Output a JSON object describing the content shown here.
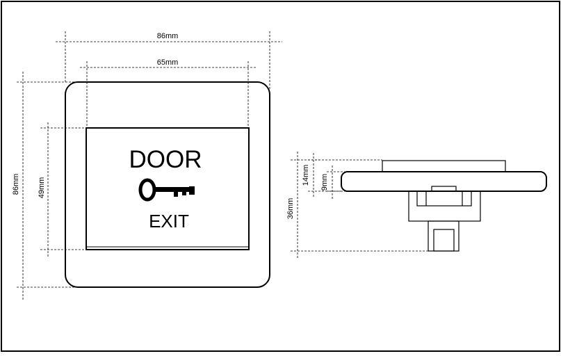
{
  "front_view": {
    "dimensions": {
      "overall_width": "86mm",
      "panel_width": "65mm",
      "overall_height": "86mm",
      "panel_height": "49mm"
    },
    "label_top": "DOOR",
    "label_bottom": "EXIT",
    "icon": "key-icon"
  },
  "side_view": {
    "dimensions": {
      "height_14": "14mm",
      "height_9": "9mm",
      "depth_36": "36mm"
    }
  }
}
